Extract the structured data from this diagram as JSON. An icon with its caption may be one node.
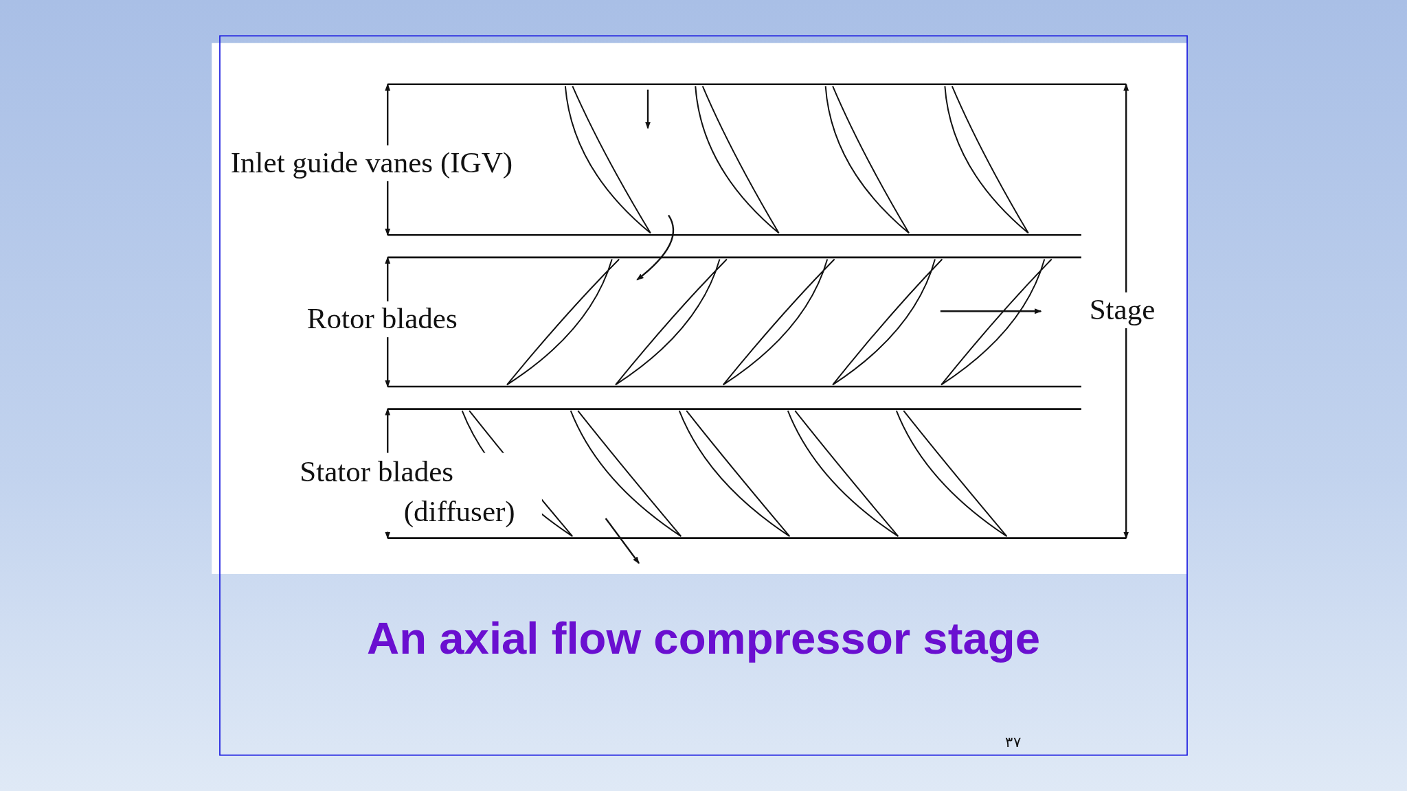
{
  "diagram": {
    "caption": "An axial flow compressor stage",
    "labels": [
      "Inlet guide vanes (IGV)",
      "Rotor blades",
      "Stage",
      "Stator blades (diffuser)",
      "٣٧"
    ]
  }
}
